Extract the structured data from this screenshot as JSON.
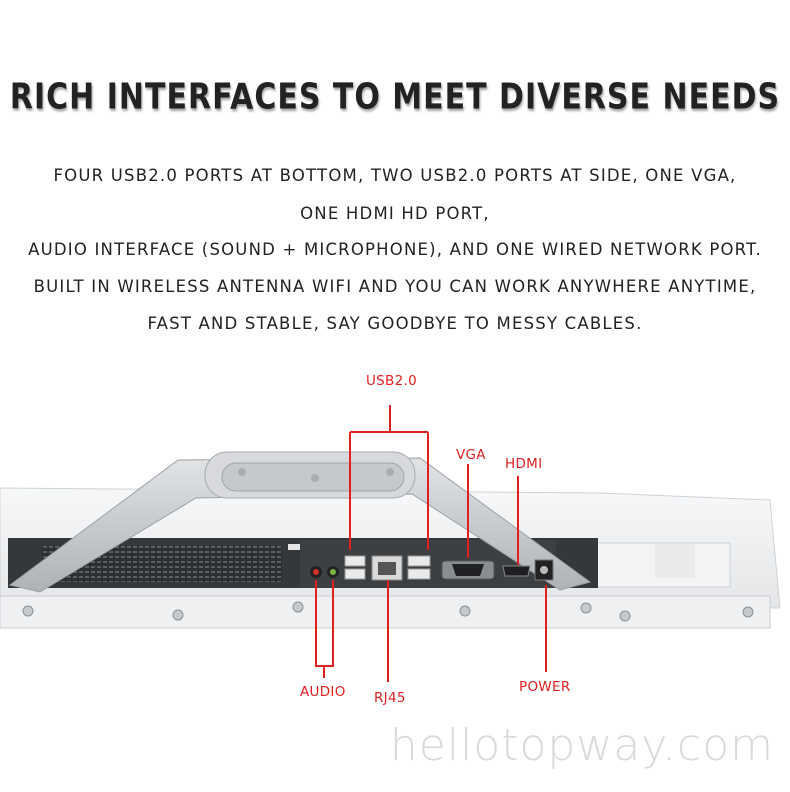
{
  "heading": {
    "title": "RICH INTERFACES TO MEET DIVERSE NEEDS"
  },
  "description": {
    "lines": [
      "FOUR USB2.0 PORTS AT BOTTOM, TWO USB2.0 PORTS AT SIDE, ONE VGA,",
      "ONE HDMI HD PORT,",
      "AUDIO INTERFACE (SOUND + MICROPHONE),  AND ONE WIRED NETWORK PORT.",
      "BUILT IN WIRELESS ANTENNA WIFI AND YOU CAN WORK ANYWHERE ANYTIME,",
      "FAST AND STABLE, SAY GOODBYE TO MESSY CABLES."
    ]
  },
  "callouts": {
    "usb": "USB2.0",
    "vga": "VGA",
    "hdmi": "HDMI",
    "audio": "AUDIO",
    "rj45": "RJ45",
    "power": "POWER"
  },
  "watermark": "hellotopway.com",
  "colors": {
    "callout": "#e02020",
    "device_body": "#f1f2f3",
    "stand": "#c8cbce",
    "port_panel": "#3a3d40"
  }
}
